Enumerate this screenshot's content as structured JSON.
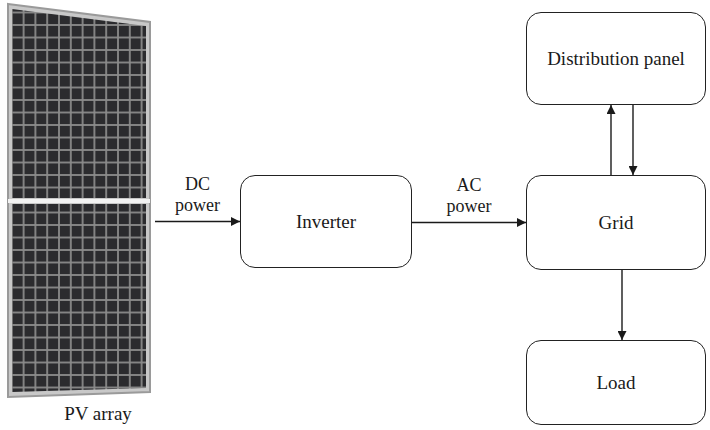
{
  "diagram": {
    "nodes": [
      {
        "text": [
          "PV array"
        ]
      },
      {
        "text": [
          "Inverter"
        ]
      },
      {
        "text": [
          "Distribution panel"
        ]
      },
      {
        "text": [
          "Grid"
        ]
      },
      {
        "text": [
          "Load"
        ]
      }
    ],
    "edges": [
      {
        "from": 0,
        "to": 1,
        "label": "DC power",
        "arrow": "to"
      },
      {
        "from": 1,
        "to": 3,
        "label": "AC power",
        "arrow": "to"
      },
      {
        "from": 3,
        "to": 2,
        "arrow": "to"
      },
      {
        "from": 2,
        "to": 3,
        "arrow": "to"
      },
      {
        "from": 3,
        "to": 4,
        "arrow": "to"
      }
    ]
  }
}
